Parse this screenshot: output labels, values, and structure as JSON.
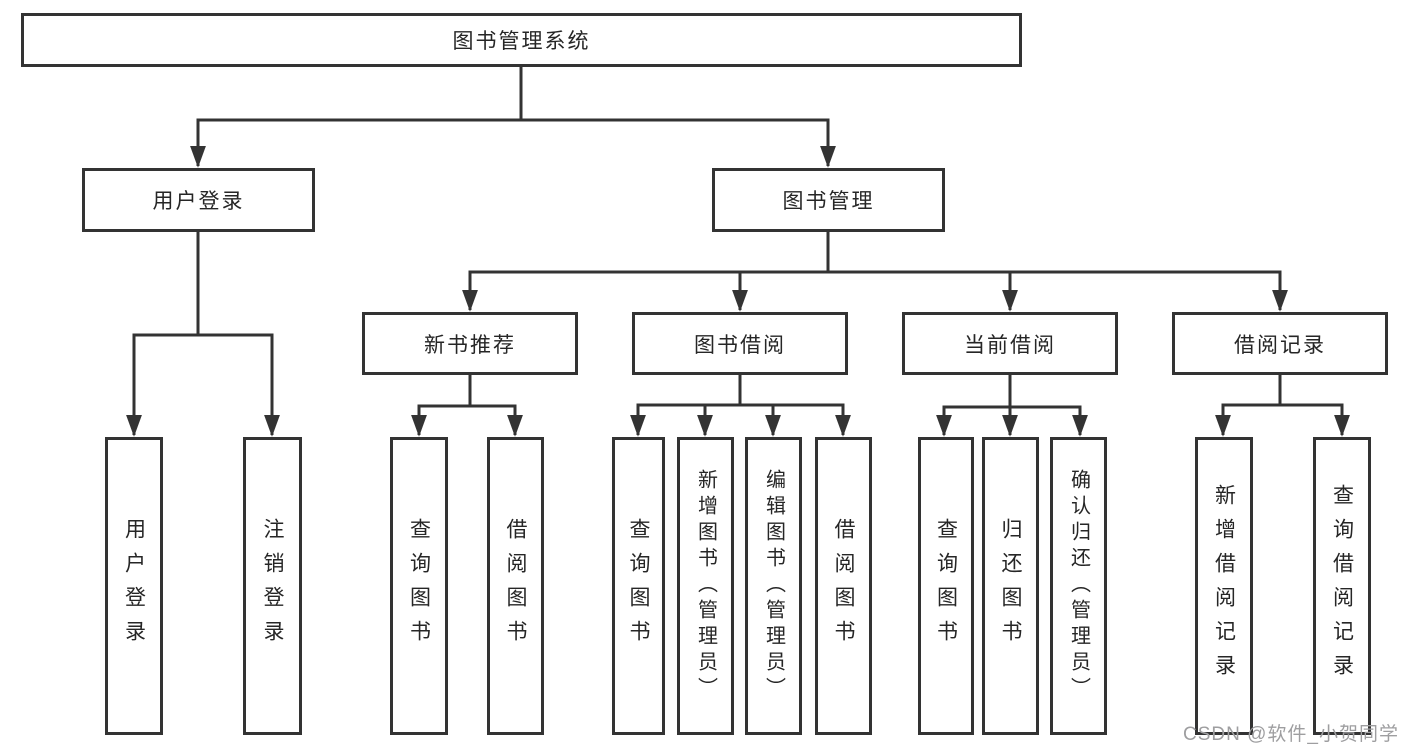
{
  "diagram": {
    "root": "图书管理系统",
    "branches": [
      {
        "label": "用户登录",
        "children": [
          "用户登录",
          "注销登录"
        ]
      },
      {
        "label": "图书管理",
        "modules": [
          {
            "label": "新书推荐",
            "children": [
              "查询图书",
              "借阅图书"
            ]
          },
          {
            "label": "图书借阅",
            "children": [
              "查询图书",
              "新增图书（管理员）",
              "编辑图书（管理员）",
              "借阅图书"
            ]
          },
          {
            "label": "当前借阅",
            "children": [
              "查询图书",
              "归还图书",
              "确认归还（管理员）"
            ]
          },
          {
            "label": "借阅记录",
            "children": [
              "新增借阅记录",
              "查询借阅记录"
            ]
          }
        ]
      }
    ],
    "watermark": "CSDN @软件_小贺同学",
    "colors": {
      "line": "#333333",
      "box_border": "#333333",
      "text": "#262626",
      "watermark": "#9e9ea0",
      "background": "#ffffff"
    }
  }
}
